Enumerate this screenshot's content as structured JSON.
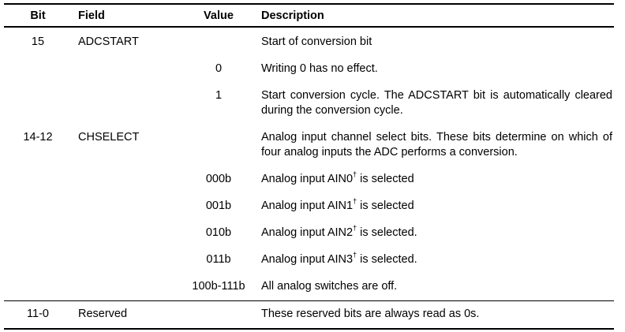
{
  "headers": {
    "bit": "Bit",
    "field": "Field",
    "value": "Value",
    "description": "Description"
  },
  "rows": [
    {
      "bit": "15",
      "field": "ADCSTART",
      "value": "",
      "description": "Start of conversion bit"
    },
    {
      "bit": "",
      "field": "",
      "value": "0",
      "description": "Writing 0 has no effect."
    },
    {
      "bit": "",
      "field": "",
      "value": "1",
      "description": "Start conversion cycle. The ADCSTART bit is automatically cleared during the conversion cycle."
    },
    {
      "bit": "14-12",
      "field": "CHSELECT",
      "value": "",
      "description": "Analog input channel select bits. These bits determine on which of four analog inputs the ADC performs a conversion."
    },
    {
      "bit": "",
      "field": "",
      "value": "000b",
      "description_pre": "Analog input AIN0",
      "description_sup": "†",
      "description_post": " is selected"
    },
    {
      "bit": "",
      "field": "",
      "value": "001b",
      "description_pre": "Analog input AIN1",
      "description_sup": "†",
      "description_post": " is selected"
    },
    {
      "bit": "",
      "field": "",
      "value": "010b",
      "description_pre": "Analog input AIN2",
      "description_sup": "†",
      "description_post": " is selected."
    },
    {
      "bit": "",
      "field": "",
      "value": "011b",
      "description_pre": "Analog input AIN3",
      "description_sup": "†",
      "description_post": " is selected."
    },
    {
      "bit": "",
      "field": "",
      "value": "100b-111b",
      "description": "All analog switches are off."
    },
    {
      "bit": "11-0",
      "field": "Reserved",
      "value": "",
      "description": "These reserved bits are always read as 0s."
    }
  ]
}
